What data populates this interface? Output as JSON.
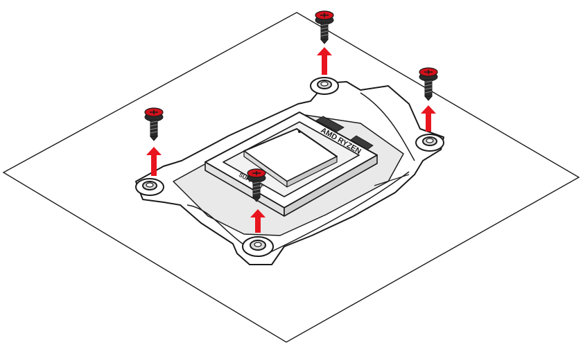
{
  "diagram": {
    "socket_label": "AMD RYZEN",
    "socket_small_label": "SUPPORT",
    "colors": {
      "outline": "#1a1a1a",
      "fill": "#ffffff",
      "shade": "#d9d9d9",
      "dark": "#3a3a3a",
      "screw_head": "#d0111b",
      "screw_shadow": "#2b2b2b",
      "arrow": "#e8151f"
    },
    "screws": [
      {
        "id": "top",
        "icon": "screw-icon"
      },
      {
        "id": "right",
        "icon": "screw-icon"
      },
      {
        "id": "left",
        "icon": "screw-icon"
      },
      {
        "id": "front",
        "icon": "screw-icon"
      }
    ],
    "arrows": [
      {
        "id": "top",
        "direction": "up"
      },
      {
        "id": "right",
        "direction": "up"
      },
      {
        "id": "left",
        "direction": "up"
      },
      {
        "id": "front",
        "direction": "up"
      }
    ]
  }
}
